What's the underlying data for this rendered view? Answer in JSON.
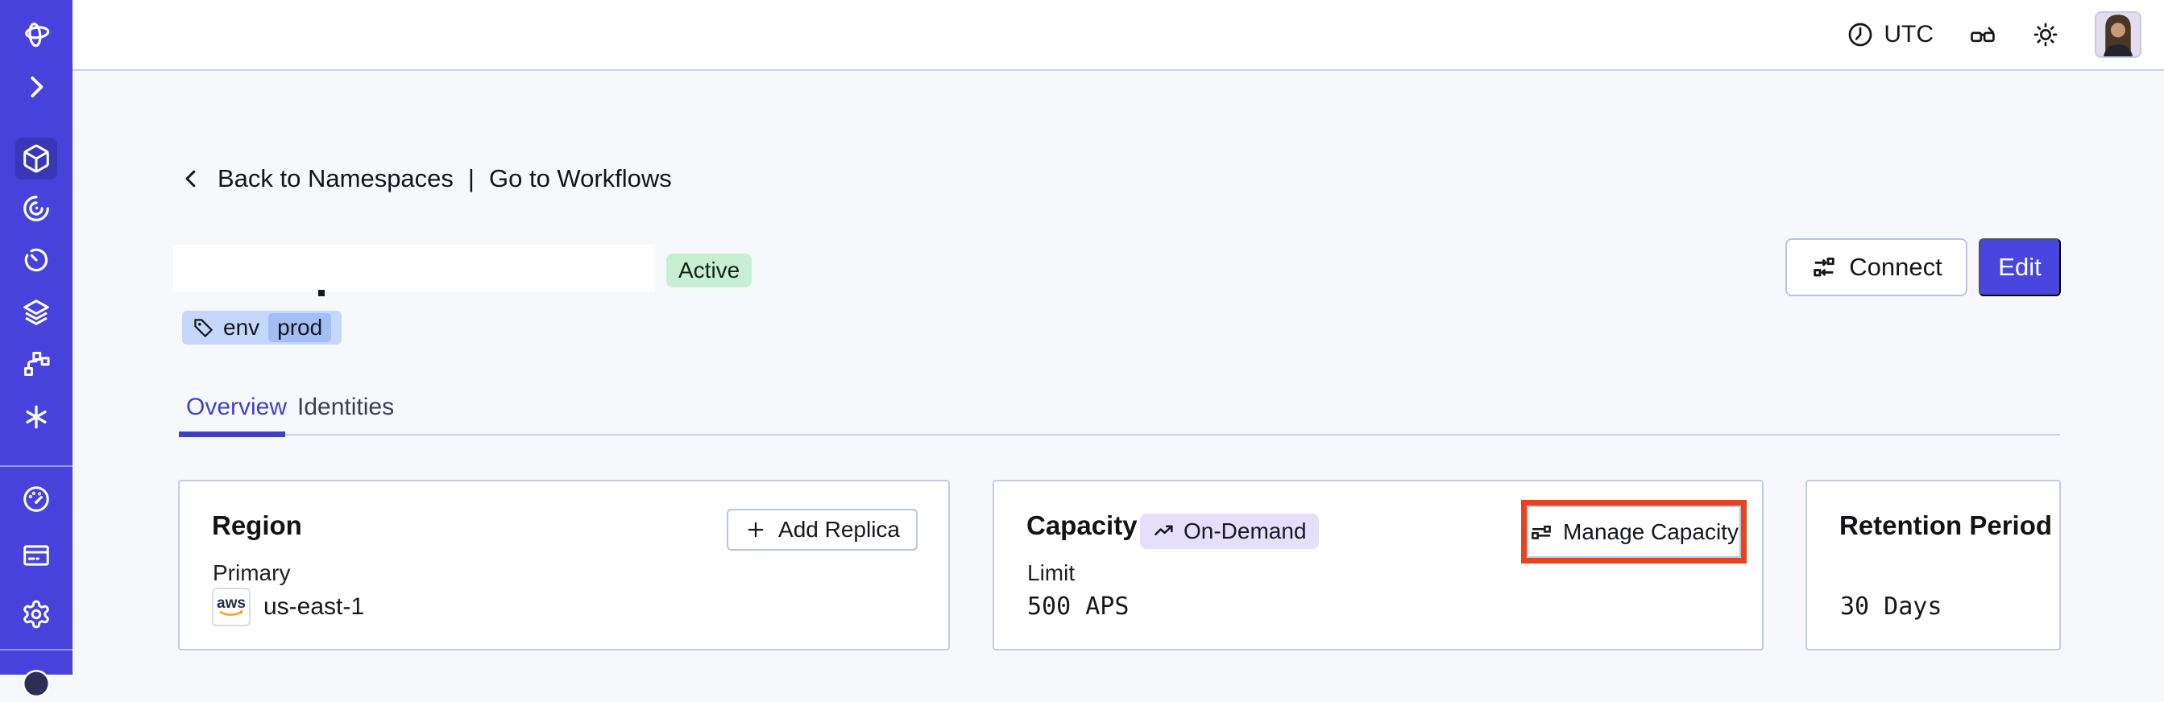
{
  "topbar": {
    "timezone_label": "UTC"
  },
  "sidebar": {
    "items": [
      {
        "name": "temporal-logo-icon"
      },
      {
        "name": "chevron-right-icon"
      },
      {
        "name": "cube-icon",
        "active": true
      },
      {
        "name": "spiral-icon"
      },
      {
        "name": "timer-icon"
      },
      {
        "name": "layers-icon"
      },
      {
        "name": "branch-icon"
      },
      {
        "name": "asterisk-icon"
      },
      {
        "name": "gauge-icon"
      },
      {
        "name": "billing-card-icon"
      },
      {
        "name": "gear-icon"
      },
      {
        "name": "account-circle-icon"
      }
    ]
  },
  "breadcrumb": {
    "back_label": "Back to Namespaces",
    "separator": "|",
    "workflows_label": "Go to Workflows"
  },
  "namespace": {
    "status_badge": "Active",
    "tag": {
      "key": "env",
      "value": "prod"
    }
  },
  "header_actions": {
    "connect_label": "Connect",
    "edit_label": "Edit"
  },
  "tabs": {
    "overview": "Overview",
    "identities": "Identities"
  },
  "cards": {
    "region": {
      "title": "Region",
      "add_replica_label": "Add Replica",
      "primary_label": "Primary",
      "provider_label": "aws",
      "value": "us-east-1"
    },
    "capacity": {
      "title": "Capacity",
      "badge_label": "On-Demand",
      "limit_label": "Limit",
      "value": "500 APS",
      "manage_label": "Manage Capacity"
    },
    "retention": {
      "title": "Retention Period",
      "value": "30 Days"
    }
  },
  "colors": {
    "sidebar": "#4642DB",
    "accent_indigo": "#4946E0",
    "active_badge_bg": "#C7F0D3",
    "ondemand_badge_bg": "#E5DFFB",
    "tag_bg": "#C5D7FB",
    "tag_value_bg": "#A3BDF5",
    "highlight_red": "#E8431E",
    "page_bg": "#F7F8FB",
    "border": "#C2CDE2"
  }
}
